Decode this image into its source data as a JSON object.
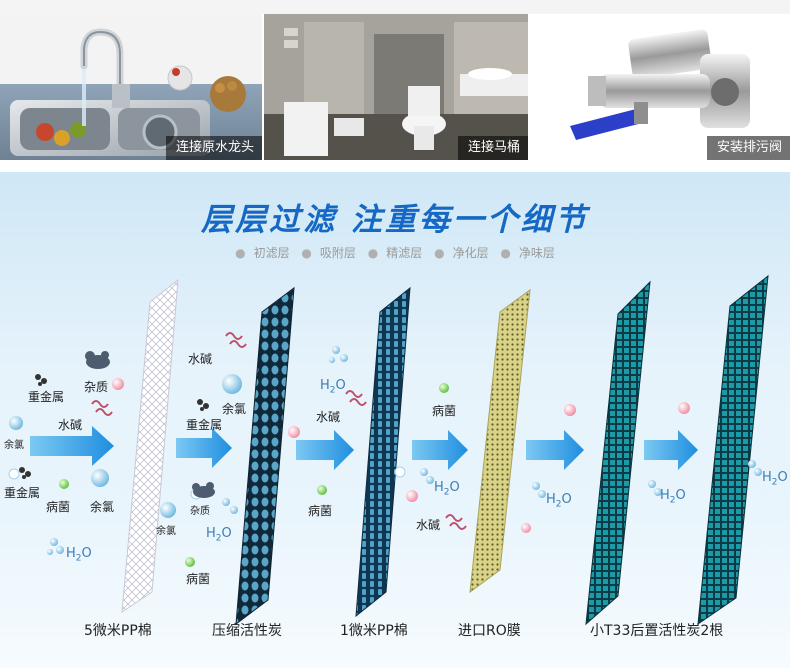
{
  "photos": [
    {
      "caption": "连接原水龙头"
    },
    {
      "caption": "连接马桶"
    },
    {
      "caption": "安装排污阀"
    }
  ],
  "panel": {
    "title": "层层过滤  注重每一个细节",
    "layers": [
      "初滤层",
      "吸附层",
      "精滤层",
      "净化层",
      "净味层"
    ],
    "stages": [
      "5微米PP棉",
      "压缩活性炭",
      "1微米PP棉",
      "进口RO膜",
      "小T33后置活性炭2根"
    ]
  },
  "pollutants": {
    "heavy_metal": "重金属",
    "residual_chlorine": "余氯",
    "alkali": "水碱",
    "impurity": "杂质",
    "bacteria": "病菌",
    "water_h": "H",
    "water_2": "2",
    "water_o": "O"
  },
  "colors": {
    "title": "#1568c3",
    "arrow": "#2a9fe6",
    "filter_dark": "#1e6f95",
    "ro_membrane": "#d8d27a",
    "carbon_cyan": "#1b9aa8"
  }
}
